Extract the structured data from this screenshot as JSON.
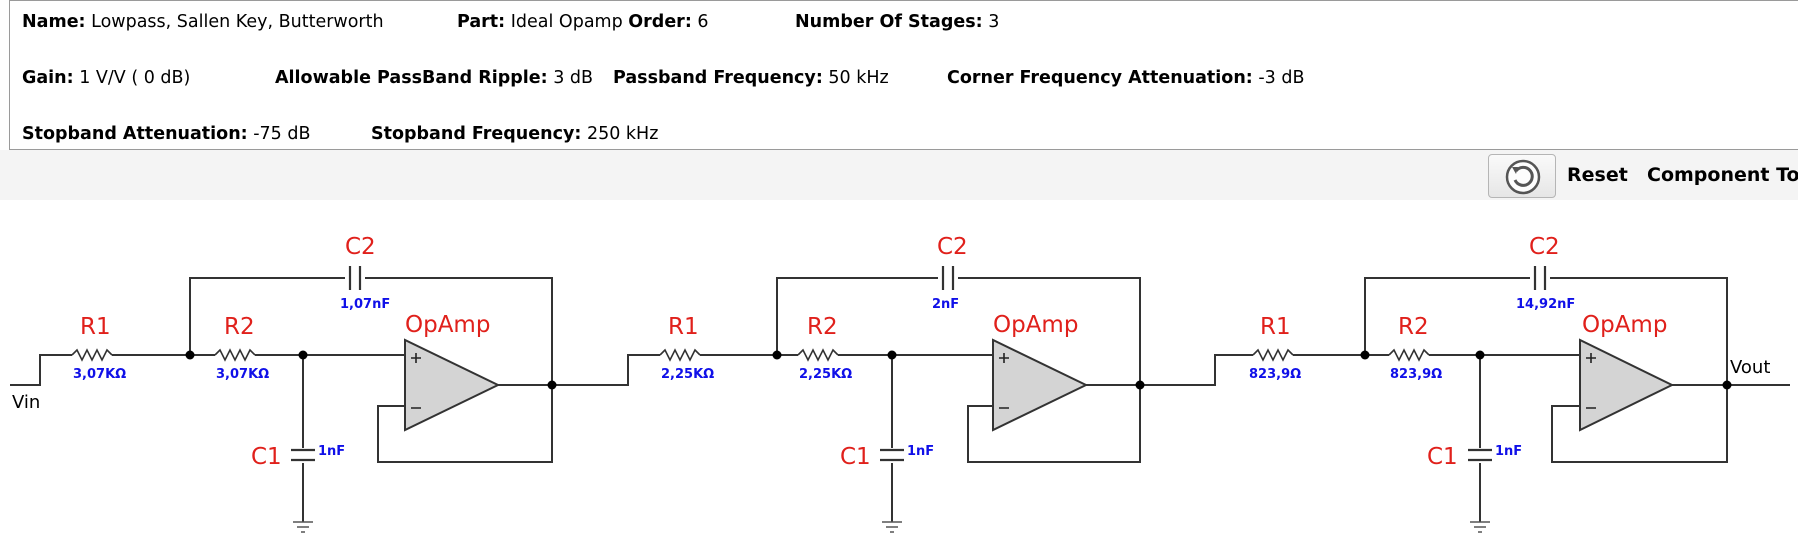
{
  "specs": {
    "name_label": "Name:",
    "name_value": "Lowpass, Sallen Key, Butterworth",
    "part_label": "Part:",
    "part_value": "Ideal Opamp",
    "order_label": "Order:",
    "order_value": "6",
    "stages_label": "Number Of Stages:",
    "stages_value": "3",
    "gain_label": "Gain:",
    "gain_value": "1 V/V ( 0 dB)",
    "ripple_label": "Allowable PassBand Ripple:",
    "ripple_value": "3 dB",
    "passband_label": "Passband Frequency:",
    "passband_value": "50 kHz",
    "corner_label": "Corner Frequency Attenuation:",
    "corner_value": "-3 dB",
    "stopband_att_label": "Stopband Attenuation:",
    "stopband_att_value": "-75 dB",
    "stopband_freq_label": "Stopband Frequency:",
    "stopband_freq_value": "250 kHz"
  },
  "toolbar": {
    "reset_icon": "reset-icon",
    "reset_label": "Reset",
    "component_tolerance_label": "Component Tol"
  },
  "schematic": {
    "input_label": "Vin",
    "output_label": "Vout",
    "stages": [
      {
        "r1_name": "R1",
        "r1_value": "3,07KΩ",
        "r2_name": "R2",
        "r2_value": "3,07KΩ",
        "c2_name": "C2",
        "c2_value": "1,07nF",
        "c1_name": "C1",
        "c1_value": "1nF",
        "opamp_name": "OpAmp"
      },
      {
        "r1_name": "R1",
        "r1_value": "2,25KΩ",
        "r2_name": "R2",
        "r2_value": "2,25KΩ",
        "c2_name": "C2",
        "c2_value": "2nF",
        "c1_name": "C1",
        "c1_value": "1nF",
        "opamp_name": "OpAmp"
      },
      {
        "r1_name": "R1",
        "r1_value": "823,9Ω",
        "r2_name": "R2",
        "r2_value": "823,9Ω",
        "c2_name": "C2",
        "c2_value": "14,92nF",
        "c1_name": "C1",
        "c1_value": "1nF",
        "opamp_name": "OpAmp"
      }
    ]
  }
}
